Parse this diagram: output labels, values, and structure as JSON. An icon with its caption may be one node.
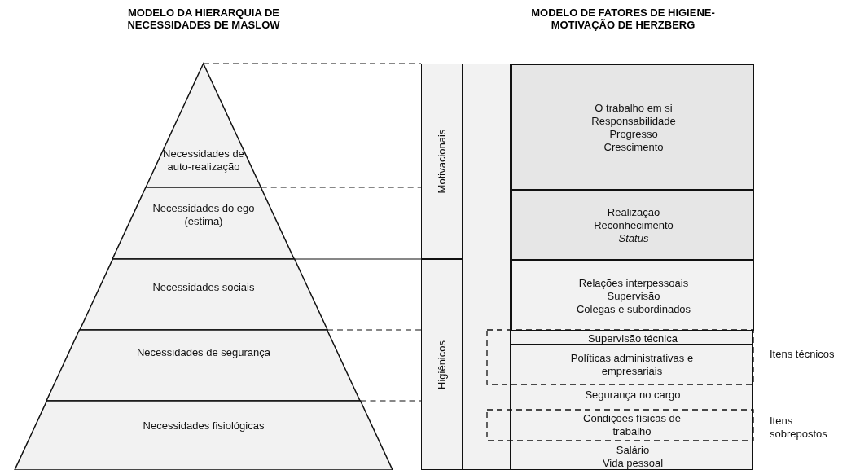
{
  "diagram": {
    "nodes": [
      {
        "text": [
          "Necessidades de auto-realização"
        ]
      },
      {
        "text": [
          "Necessidades do ego (estima)"
        ]
      },
      {
        "text": [
          "Necessidades sociais"
        ]
      },
      {
        "text": [
          "Necessidades de segurança"
        ]
      },
      {
        "text": [
          "Necessidades fisiológicas"
        ]
      },
      {
        "text": [
          "Motivacionais"
        ]
      },
      {
        "text": [
          "Higiênicos"
        ]
      },
      {
        "text": [],
        "shape": "box"
      },
      {
        "text": [],
        "shape": "box"
      },
      {
        "text": [
          "O trabalho em si",
          "Responsabilidade",
          "Progresso",
          "Crescimento"
        ],
        "in": 8
      },
      {
        "text": [
          "Realização",
          "Reconhecimento",
          "Status"
        ],
        "in": 8
      },
      {
        "text": [
          "Relações interpessoais",
          "Supervisão",
          "Colegas e subordinados"
        ],
        "in": 8
      },
      {
        "text": [
          "Itens técnicos"
        ]
      },
      {
        "text": [
          "Supervisão técnica"
        ],
        "in": 12
      },
      {
        "text": [
          "Políticas administrativas e empresariais"
        ],
        "in": 12
      },
      {
        "text": [
          "Segurança no cargo"
        ],
        "in": 8
      },
      {
        "text": [
          "Itens sobrepostos"
        ]
      },
      {
        "text": [
          "Condições físicas de trabalho"
        ],
        "in": 16
      },
      {
        "text": [
          "Salário",
          "Vida pessoal"
        ],
        "in": 8
      }
    ],
    "labels": [
      "MODELO DA HIERARQUIA DE NECESSIDADES DE MASLOW",
      "MODELO DE FATORES DE HIGIENE-MOTIVAÇÃO DE HERZBERG"
    ]
  }
}
